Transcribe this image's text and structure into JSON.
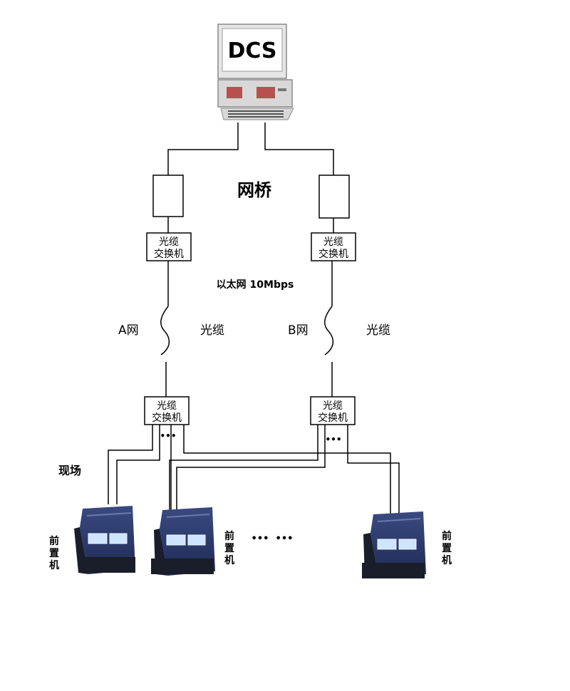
{
  "dcs": {
    "label": "DCS"
  },
  "bridge": {
    "label": "网桥"
  },
  "switch": {
    "line1": "光缆",
    "line2": "交换机"
  },
  "ethernet": {
    "label": "以太网 10Mbps"
  },
  "net_a": {
    "label": "A网",
    "cable": "光缆"
  },
  "net_b": {
    "label": "B网",
    "cable": "光缆"
  },
  "ellipsis": {
    "small": "•••",
    "between": "•••  •••"
  },
  "field": {
    "label": "现场"
  },
  "front_unit": {
    "label": [
      "前",
      "置",
      "机"
    ]
  },
  "colors": {
    "line": "#000000",
    "unit_body": "#2a3a6a",
    "unit_dark": "#1a1e2a",
    "screen": "#cfe4ff",
    "monitor": "#e4e4e4"
  }
}
